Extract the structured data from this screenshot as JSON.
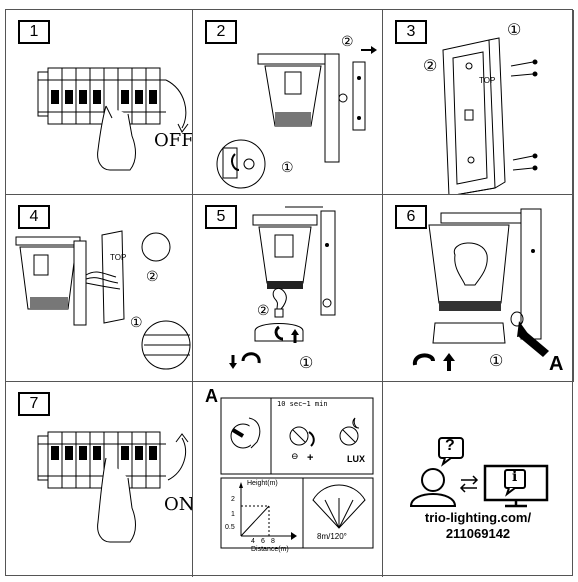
{
  "steps": [
    {
      "number": "1",
      "label": "OFF"
    },
    {
      "number": "2",
      "callout_1": "①",
      "callout_2": "②"
    },
    {
      "number": "3",
      "callout_1": "①",
      "callout_2": "②",
      "top_mark": "TOP"
    },
    {
      "number": "4",
      "top_mark": "TOP",
      "callout_1": "①",
      "callout_2": "②"
    },
    {
      "number": "5",
      "callout_1": "①",
      "callout_2": "②"
    },
    {
      "number": "6",
      "callout_1": "①",
      "marker": "A"
    },
    {
      "number": "7",
      "label": "ON"
    }
  ],
  "settings": {
    "marker": "A",
    "time_range": "10 sec~1 min",
    "plus": "+",
    "minus": "⊖",
    "lux": "LUX",
    "height_label": "Height(m)",
    "distance_label": "Distance(m)",
    "y_ticks": [
      "2",
      "1",
      "0.5"
    ],
    "x_ticks": [
      "4",
      "6",
      "8"
    ],
    "detection": "8m/120°"
  },
  "info": {
    "question": "?",
    "info_symbol": "i",
    "url": "trio-lighting.com/",
    "code": "211069142"
  }
}
